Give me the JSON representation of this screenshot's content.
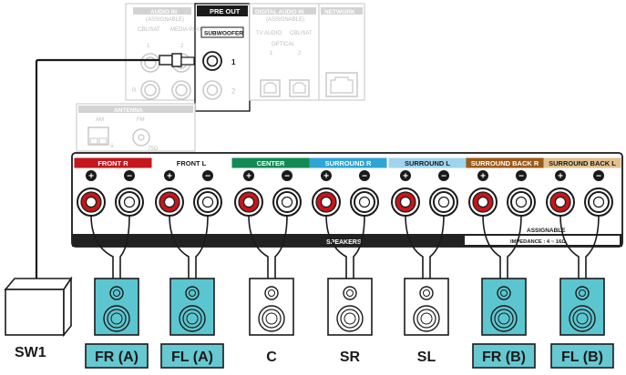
{
  "rear_panel": {
    "audio_in": {
      "title": "AUDIO IN",
      "subtitle": "(ASSIGNABLE)",
      "jacks": [
        {
          "label": "CBL/SAT",
          "num": "1"
        },
        {
          "label": "MEDIA PLAYER",
          "num": "2"
        }
      ],
      "channel_marks": [
        "R"
      ]
    },
    "pre_out": {
      "title": "PRE OUT",
      "subwoofer": "SUBWOOFER",
      "jack_nums": [
        "1",
        "2"
      ]
    },
    "digital_audio_in": {
      "title": "DIGITAL AUDIO IN",
      "subtitle": "(ASSIGNABLE)",
      "labels": [
        "TV AUDIO",
        "CBL/SAT"
      ],
      "optical": "OPTICAL",
      "nums": [
        "1",
        "2"
      ]
    },
    "network": {
      "title": "NETWORK"
    },
    "antenna": {
      "title": "ANTENNA",
      "am": "AM",
      "fm": "FM",
      "am_mark": "⏚",
      "fm_mark": "75Ω"
    }
  },
  "speakers_panel": {
    "channels": [
      {
        "label": "FRONT",
        "side": "R",
        "color": "#c4161c",
        "text_color": "#ffffff"
      },
      {
        "label": "FRONT",
        "side": "L",
        "color": "#ffffff",
        "text_color": "#1a1a1a"
      },
      {
        "label": "CENTER",
        "side": "",
        "color": "#118a55",
        "text_color": "#ffffff"
      },
      {
        "label": "SURROUND",
        "side": "R",
        "color": "#2fa5d6",
        "text_color": "#ffffff"
      },
      {
        "label": "SURROUND",
        "side": "L",
        "color": "#9fd3ee",
        "text_color": "#1a1a1a"
      },
      {
        "label": "SURROUND BACK",
        "side": "R",
        "color": "#9b5a18",
        "text_color": "#ffffff"
      },
      {
        "label": "SURROUND BACK",
        "side": "L",
        "color": "#e2c08d",
        "text_color": "#1a1a1a"
      }
    ],
    "plus_mark": "+",
    "minus_mark": "−",
    "speakers_label": "SPEAKERS",
    "assignable_label": "ASSIGNABLE",
    "impedance_label": "IMPEDANCE : 4 ~ 16Ω"
  },
  "subwoofer_label": "SW1",
  "speakers": [
    {
      "label": "FR (A)",
      "highlighted": true
    },
    {
      "label": "FL (A)",
      "highlighted": true
    },
    {
      "label": "C",
      "highlighted": false
    },
    {
      "label": "SR",
      "highlighted": false
    },
    {
      "label": "SL",
      "highlighted": false
    },
    {
      "label": "FR (B)",
      "highlighted": true
    },
    {
      "label": "FL (B)",
      "highlighted": true
    }
  ],
  "colors": {
    "highlight_fill": "#5cc6d0",
    "highlight_label_bg": "#66c8d1",
    "terminal_red": "#c4161c",
    "panel_bar": "#222222"
  }
}
